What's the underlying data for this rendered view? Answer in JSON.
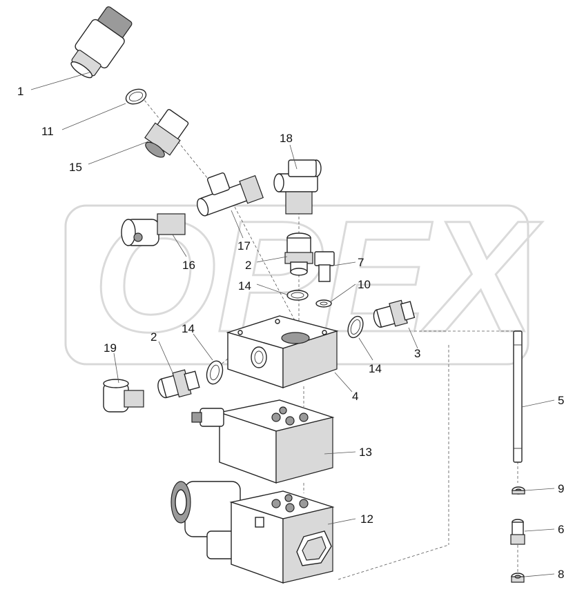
{
  "watermark": {
    "text": "OPEX"
  },
  "diagram": {
    "callouts": [
      {
        "id": "c1",
        "label": "1"
      },
      {
        "id": "c11",
        "label": "11"
      },
      {
        "id": "c15",
        "label": "15"
      },
      {
        "id": "c18",
        "label": "18"
      },
      {
        "id": "c17",
        "label": "17"
      },
      {
        "id": "c16",
        "label": "16"
      },
      {
        "id": "c2a",
        "label": "2"
      },
      {
        "id": "c7",
        "label": "7"
      },
      {
        "id": "c14a",
        "label": "14"
      },
      {
        "id": "c10",
        "label": "10"
      },
      {
        "id": "c14b",
        "label": "14"
      },
      {
        "id": "c3",
        "label": "3"
      },
      {
        "id": "c19",
        "label": "19"
      },
      {
        "id": "c2b",
        "label": "2"
      },
      {
        "id": "c14c",
        "label": "14"
      },
      {
        "id": "c4",
        "label": "4"
      },
      {
        "id": "c5",
        "label": "5"
      },
      {
        "id": "c13",
        "label": "13"
      },
      {
        "id": "c9",
        "label": "9"
      },
      {
        "id": "c12",
        "label": "12"
      },
      {
        "id": "c6",
        "label": "6"
      },
      {
        "id": "c8",
        "label": "8"
      }
    ]
  }
}
